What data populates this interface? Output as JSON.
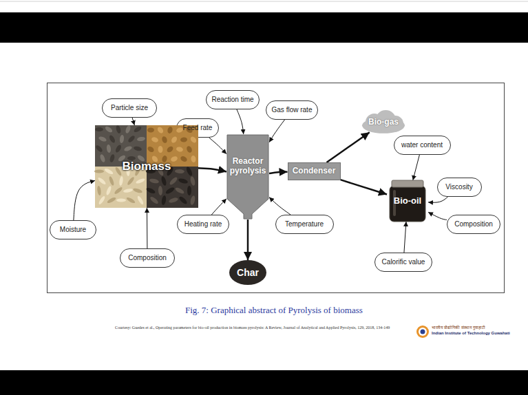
{
  "diagram": {
    "caption": "Fig. 7: Graphical abstract of Pyrolysis of biomass",
    "nodes": [
      {
        "text": [
          "Particle size"
        ]
      },
      {
        "text": [
          "Reaction time"
        ]
      },
      {
        "text": [
          "Gas flow rate"
        ]
      },
      {
        "text": [
          "Bio-gas"
        ]
      },
      {
        "text": [
          "Feed rate"
        ]
      },
      {
        "text": [
          "Biomass"
        ]
      },
      {
        "text": [
          "water content"
        ]
      },
      {
        "text": [
          "Reactor pyrolysis"
        ]
      },
      {
        "text": [
          "Condenser"
        ]
      },
      {
        "text": [
          "Viscosity"
        ]
      },
      {
        "text": [
          "Bio-oil"
        ]
      },
      {
        "text": [
          "Heating rate"
        ]
      },
      {
        "text": [
          "Temperature"
        ]
      },
      {
        "text": [
          "Composition"
        ]
      },
      {
        "text": [
          "Moisture"
        ]
      },
      {
        "text": [
          "Composition"
        ]
      },
      {
        "text": [
          "Calorific value"
        ]
      },
      {
        "text": [
          "Char"
        ]
      }
    ],
    "edges": [
      {
        "from": 0,
        "to": 5,
        "arrow": "to"
      },
      {
        "from": 14,
        "to": 5,
        "arrow": "to"
      },
      {
        "from": 15,
        "to": 5,
        "arrow": "to"
      },
      {
        "from": 5,
        "to": 7,
        "arrow": "to"
      },
      {
        "from": 1,
        "to": 7,
        "arrow": "to"
      },
      {
        "from": 4,
        "to": 7,
        "arrow": "to"
      },
      {
        "from": 2,
        "to": 7,
        "arrow": "to"
      },
      {
        "from": 11,
        "to": 7,
        "arrow": "to"
      },
      {
        "from": 12,
        "to": 7,
        "arrow": "to"
      },
      {
        "from": 7,
        "to": 8,
        "arrow": "to"
      },
      {
        "from": 7,
        "to": 17,
        "arrow": "to"
      },
      {
        "from": 8,
        "to": 3,
        "arrow": "to"
      },
      {
        "from": 8,
        "to": 10,
        "arrow": "to"
      },
      {
        "from": 6,
        "to": 10,
        "arrow": "to"
      },
      {
        "from": 9,
        "to": 10,
        "arrow": "to"
      },
      {
        "from": 13,
        "to": 10,
        "arrow": "to"
      },
      {
        "from": 16,
        "to": 10,
        "arrow": "to"
      }
    ],
    "labels": [
      "Courtesy: Guedes et al., Operating parameters for bio-oil production in biomass pyrolysis: A Review, Journal of Analytical and Applied Pyrolysis, 129, 2018, 134-149",
      "भारतीय प्रौद्योगिकी संस्थान गुवाहाटी",
      "Indian Institute of Technology Guwahati"
    ]
  }
}
